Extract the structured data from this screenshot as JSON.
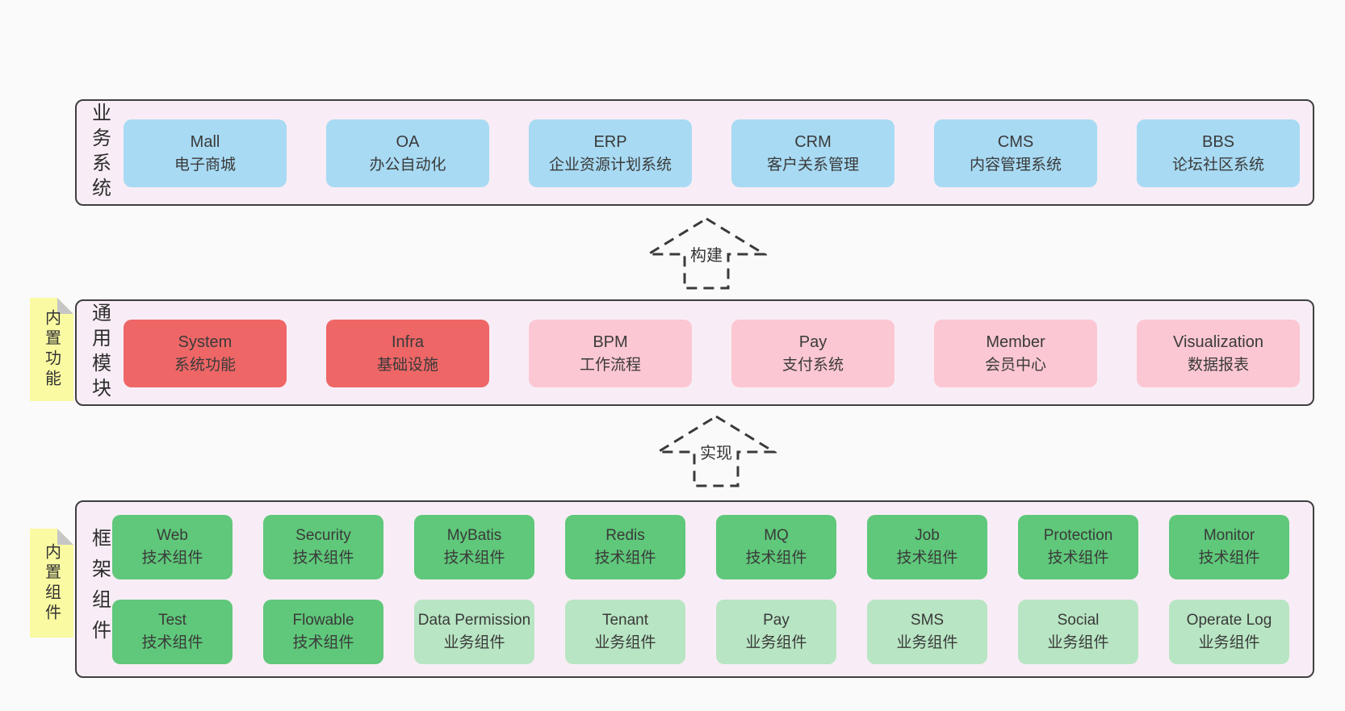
{
  "diagram": {
    "layers": [
      {
        "label": "业务系统",
        "boxes": [
          {
            "title": "Mall",
            "subtitle": "电子商城"
          },
          {
            "title": "OA",
            "subtitle": "办公自动化"
          },
          {
            "title": "ERP",
            "subtitle": "企业资源计划系统"
          },
          {
            "title": "CRM",
            "subtitle": "客户关系管理"
          },
          {
            "title": "CMS",
            "subtitle": "内容管理系统"
          },
          {
            "title": "BBS",
            "subtitle": "论坛社区系统"
          }
        ]
      },
      {
        "label": "通用模块",
        "note": "内置功能",
        "boxes": [
          {
            "title": "System",
            "subtitle": "系统功能"
          },
          {
            "title": "Infra",
            "subtitle": "基础设施"
          },
          {
            "title": "BPM",
            "subtitle": "工作流程"
          },
          {
            "title": "Pay",
            "subtitle": "支付系统"
          },
          {
            "title": "Member",
            "subtitle": "会员中心"
          },
          {
            "title": "Visualization",
            "subtitle": "数据报表"
          }
        ]
      },
      {
        "label": "框架组件",
        "note": "内置组件",
        "row1": [
          {
            "title": "Web",
            "subtitle": "技术组件"
          },
          {
            "title": "Security",
            "subtitle": "技术组件"
          },
          {
            "title": "MyBatis",
            "subtitle": "技术组件"
          },
          {
            "title": "Redis",
            "subtitle": "技术组件"
          },
          {
            "title": "MQ",
            "subtitle": "技术组件"
          },
          {
            "title": "Job",
            "subtitle": "技术组件"
          },
          {
            "title": "Protection",
            "subtitle": "技术组件"
          },
          {
            "title": "Monitor",
            "subtitle": "技术组件"
          }
        ],
        "row2": [
          {
            "title": "Test",
            "subtitle": "技术组件"
          },
          {
            "title": "Flowable",
            "subtitle": "技术组件"
          },
          {
            "title": "Data Permission",
            "subtitle": "业务组件"
          },
          {
            "title": "Tenant",
            "subtitle": "业务组件"
          },
          {
            "title": "Pay",
            "subtitle": "业务组件"
          },
          {
            "title": "SMS",
            "subtitle": "业务组件"
          },
          {
            "title": "Social",
            "subtitle": "业务组件"
          },
          {
            "title": "Operate Log",
            "subtitle": "业务组件"
          }
        ]
      }
    ],
    "arrows": [
      {
        "label": "构建"
      },
      {
        "label": "实现"
      }
    ],
    "colors": {
      "page_bg": "#fafafa",
      "layer_bg": "#f8edf6",
      "layer_border": "#3f3f3f",
      "box_blue": "#a8daf3",
      "box_red": "#ee6666",
      "box_pink": "#fbc7d2",
      "box_green": "#5fc87a",
      "box_green_light": "#b8e5c3",
      "note_yellow": "#fafaa2",
      "note_fold": "#c6c6c6",
      "text": "#3a3a3a"
    }
  }
}
